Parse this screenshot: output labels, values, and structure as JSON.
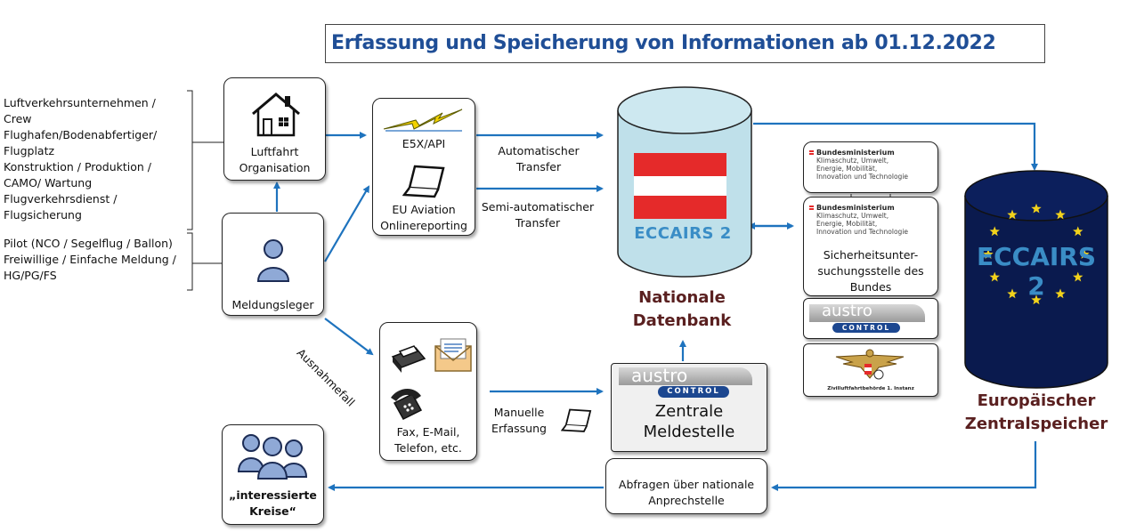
{
  "title": "Erfassung und Speicherung von Informationen ab 01.12.2022",
  "left_list": {
    "group1": [
      "Luftverkehrsunternehmen /",
      "Crew",
      "Flughafen/Bodenabfertiger/",
      "Flugplatz",
      "Konstruktion / Produktion /",
      "CAMO/  Wartung",
      "Flugverkehrsdienst /",
      "Flugsicherung"
    ],
    "group2": [
      "Pilot (NCO / Segelflug / Ballon)",
      "Freiwillige / Einfache Meldung  /",
      "HG/PG/FS"
    ]
  },
  "luftfahrt": {
    "line1": "Luftfahrt",
    "line2": "Organisation"
  },
  "meldungsleger": "Meldungsleger",
  "reporting": {
    "e5x": "E5X/API",
    "eu_line1": "EU Aviation",
    "eu_line2": "Onlinereporting"
  },
  "arrows": {
    "auto_line1": "Automatischer",
    "auto_line2": "Transfer",
    "semi_line1": "Semi-automatischer",
    "semi_line2": "Transfer",
    "ausnahme": "Ausnahmefall",
    "manuelle_line1": "Manuelle",
    "manuelle_line2": "Erfassung"
  },
  "fax": {
    "line1": "Fax, E-Mail,",
    "line2": "Telefon, etc."
  },
  "nationale": {
    "line1": "Nationale",
    "line2": "Datenbank",
    "logo": "ECCAIRS 2"
  },
  "zentrale": {
    "line1": "Zentrale",
    "line2": "Meldestelle",
    "austro": "austro",
    "control": "CONTROL"
  },
  "abfragen": {
    "line1": "Abfragen über nationale",
    "line2": "Anprechstelle"
  },
  "interessierte": {
    "line1": "„interessierte",
    "line2": "Kreise“"
  },
  "ministry": {
    "name": "Bundesministerium",
    "lines": [
      "Klimaschutz, Umwelt,",
      "Energie, Mobilität,",
      "Innovation und Technologie"
    ],
    "sus_line1": "Sicherheitsunter-",
    "sus_line2": "suchungsstelle des",
    "sus_line3": "Bundes"
  },
  "austro_small": {
    "austro": "austro",
    "control": "CONTROL"
  },
  "zivil": "Zivilluftfahrtbehörde 1. Instanz",
  "europa": {
    "line1": "Europäischer",
    "line2": "Zentralspeicher",
    "logo": "ECCAIRS 2"
  },
  "colors": {
    "arrow": "#1e73be",
    "title": "#1f4e96",
    "label": "#5a2020",
    "cylinder_nat": "#bfe0ea",
    "cylinder_eu": "#0a1a4e",
    "star": "#f2d21b"
  }
}
